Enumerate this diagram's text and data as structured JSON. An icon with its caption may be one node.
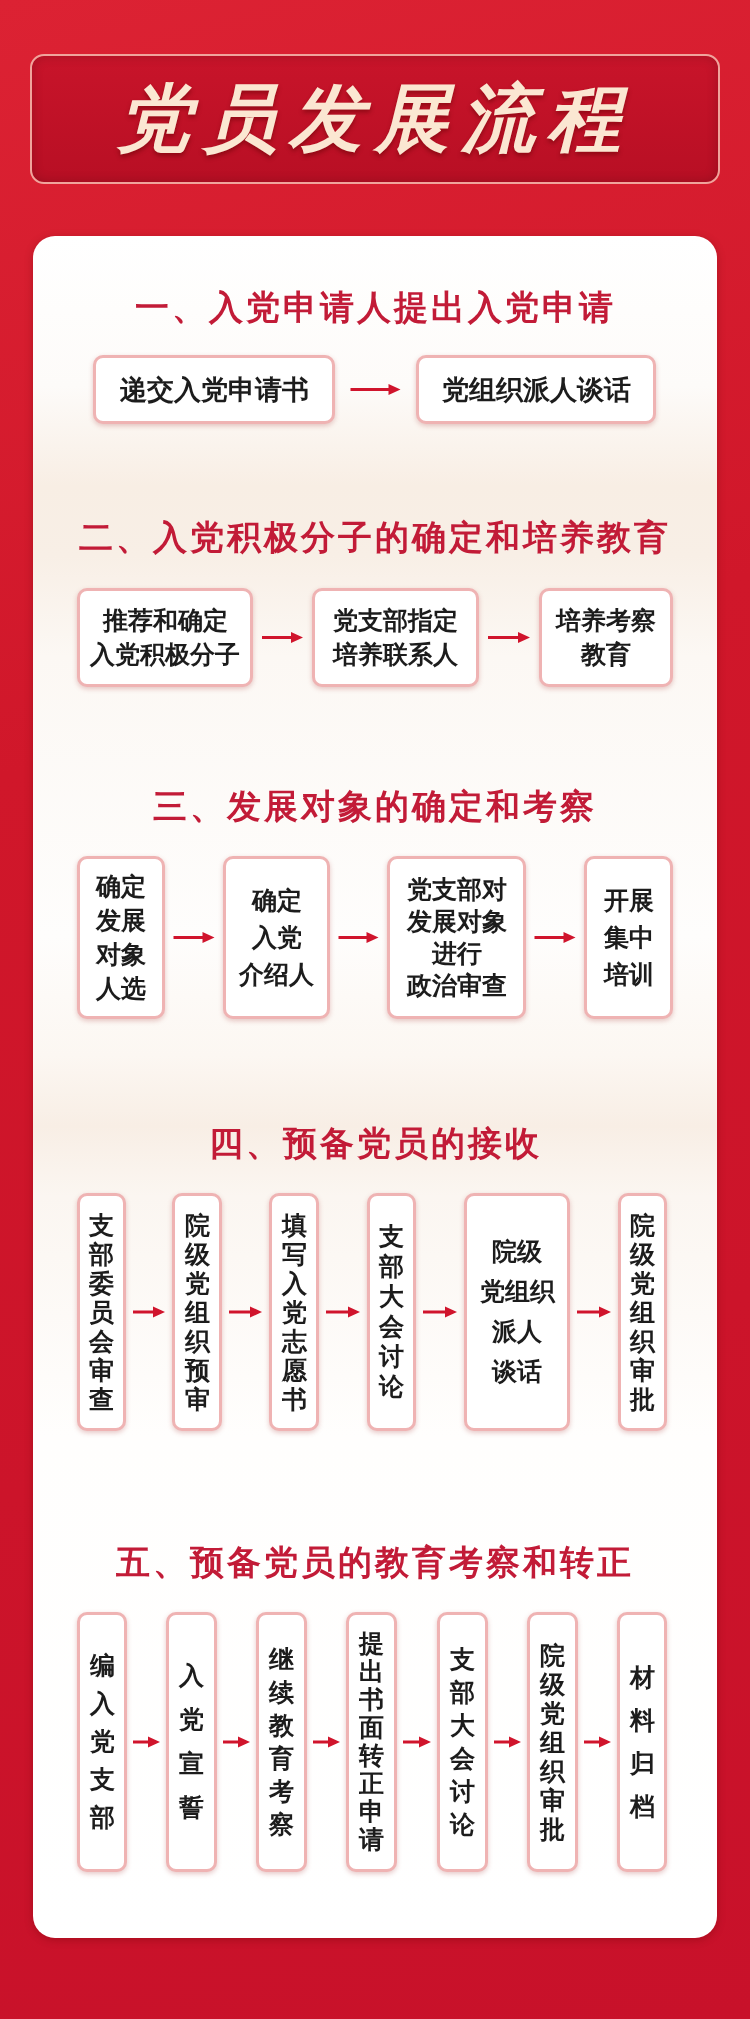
{
  "diagram": {
    "title": "党员发展流程",
    "nodes": [
      {
        "text": [
          "递交入党申请书"
        ]
      },
      {
        "text": [
          "党组织派人谈话"
        ]
      },
      {
        "text": [
          "推荐和确定入党积极分子"
        ]
      },
      {
        "text": [
          "党支部指定培养联系人"
        ]
      },
      {
        "text": [
          "培养考察教育"
        ]
      },
      {
        "text": [
          "确定发展对象人选"
        ]
      },
      {
        "text": [
          "确定入党介绍人"
        ]
      },
      {
        "text": [
          "党支部对发展对象进行政治审查"
        ]
      },
      {
        "text": [
          "开展集中培训"
        ]
      },
      {
        "text": [
          "支部委员会审查"
        ]
      },
      {
        "text": [
          "院级党组织预审"
        ]
      },
      {
        "text": [
          "填写入党志愿书"
        ]
      },
      {
        "text": [
          "支部大会讨论"
        ]
      },
      {
        "text": [
          "院级党组织派人谈话"
        ]
      },
      {
        "text": [
          "院级党组织审批"
        ]
      },
      {
        "text": [
          "编入党支部"
        ]
      },
      {
        "text": [
          "入党宣誓"
        ]
      },
      {
        "text": [
          "继续教育考察"
        ]
      },
      {
        "text": [
          "提出书面转正申请"
        ]
      },
      {
        "text": [
          "支部大会讨论"
        ]
      },
      {
        "text": [
          "院级党组织审批"
        ]
      },
      {
        "text": [
          "材料归档"
        ]
      }
    ],
    "edges": [
      {
        "from": 0,
        "to": 1,
        "arrow": "to"
      },
      {
        "from": 2,
        "to": 3,
        "arrow": "to"
      },
      {
        "from": 3,
        "to": 4,
        "arrow": "to"
      },
      {
        "from": 5,
        "to": 6,
        "arrow": "to"
      },
      {
        "from": 6,
        "to": 7,
        "arrow": "to"
      },
      {
        "from": 7,
        "to": 8,
        "arrow": "to"
      },
      {
        "from": 9,
        "to": 10,
        "arrow": "to"
      },
      {
        "from": 10,
        "to": 11,
        "arrow": "to"
      },
      {
        "from": 11,
        "to": 12,
        "arrow": "to"
      },
      {
        "from": 12,
        "to": 13,
        "arrow": "to"
      },
      {
        "from": 13,
        "to": 14,
        "arrow": "to"
      },
      {
        "from": 15,
        "to": 16,
        "arrow": "to"
      },
      {
        "from": 16,
        "to": 17,
        "arrow": "to"
      },
      {
        "from": 17,
        "to": 18,
        "arrow": "to"
      },
      {
        "from": 18,
        "to": 19,
        "arrow": "to"
      },
      {
        "from": 19,
        "to": 20,
        "arrow": "to"
      },
      {
        "from": 20,
        "to": 21,
        "arrow": "to"
      }
    ],
    "labels": [
      "一、入党申请人提出入党申请",
      "二、入党积极分子的确定和培养教育",
      "三、发展对象的确定和考察",
      "四、预备党员的接收",
      "五、预备党员的教育考察和转正"
    ]
  }
}
